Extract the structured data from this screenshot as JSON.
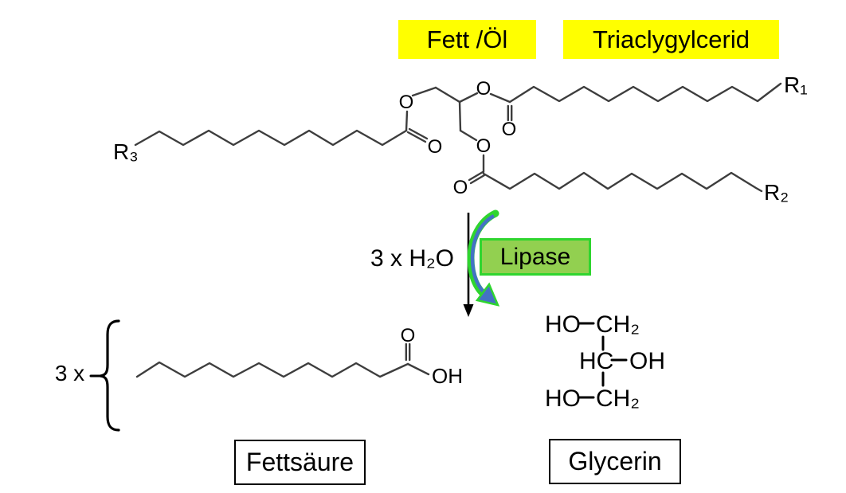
{
  "header": {
    "fat_oil": "Fett /Öl",
    "triacylglycerid": "Triaclygylcerid"
  },
  "reaction": {
    "water": "3 x H₂O",
    "enzyme": "Lipase"
  },
  "triglyceride": {
    "r1": "R₁",
    "r2": "R₂",
    "r3": "R₃"
  },
  "products": {
    "multiplier": "3 x",
    "fatty_acid_label": "Fettsäure",
    "glycerin_label": "Glycerin"
  },
  "atoms": {
    "o": "O",
    "oh": "OH",
    "ho": "HO",
    "hc": "HC",
    "ch2": "CH₂"
  },
  "colors": {
    "highlight_yellow": "#ffff00",
    "enzyme_fill": "#92d050",
    "enzyme_border": "#2fd52f",
    "curved_arrow_blue": "#4472c4",
    "curved_arrow_green": "#2fd52f",
    "bond_gray": "#3d3d3d",
    "text_black": "#000000"
  }
}
